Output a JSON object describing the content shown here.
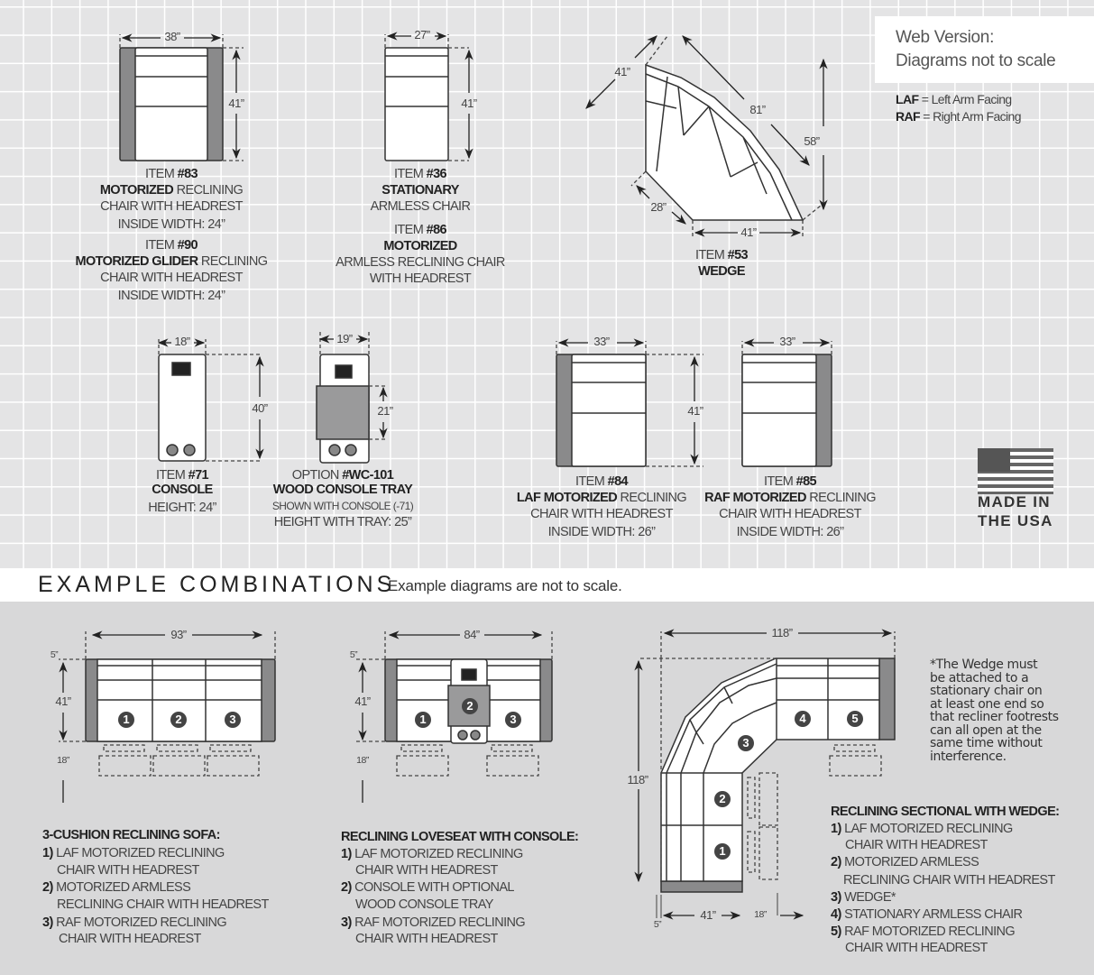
{
  "note_box": {
    "line1": "Web Version:",
    "line2": "Diagrams not to scale",
    "laf_abbr": "LAF",
    "laf_def": " = Left Arm Facing",
    "raf_abbr": "RAF",
    "raf_def": " = Right Arm Facing"
  },
  "made_in": {
    "line1": "MADE IN",
    "line2": "THE USA"
  },
  "items": {
    "i83": {
      "w": "38”",
      "h": "41”",
      "l1a": "ITEM ",
      "l1b": "#83",
      "l2b": "MOTORIZED",
      "l2a": " RECLINING",
      "l3": "CHAIR WITH HEADREST",
      "l4": "INSIDE WIDTH: 24”"
    },
    "i90": {
      "l1a": "ITEM ",
      "l1b": "#90",
      "l2b": "MOTORIZED GLIDER",
      "l2a": " RECLINING",
      "l3": "CHAIR WITH HEADREST",
      "l4": "INSIDE WIDTH: 24”"
    },
    "i36": {
      "w": "27”",
      "h": "41”",
      "l1a": "ITEM ",
      "l1b": "#36",
      "l2b": "STATIONARY",
      "l3": "ARMLESS CHAIR"
    },
    "i86": {
      "l1a": "ITEM ",
      "l1b": "#86",
      "l2b": "MOTORIZED",
      "l3": "ARMLESS RECLINING CHAIR",
      "l4": "WITH HEADREST"
    },
    "i53": {
      "d1": "41”",
      "d2": "81”",
      "d3": "58”",
      "d4": "28”",
      "d5": "41”",
      "l1a": "ITEM ",
      "l1b": "#53",
      "l2b": "WEDGE"
    },
    "i71": {
      "w": "18”",
      "h": "40”",
      "l1a": "ITEM ",
      "l1b": "#71",
      "l2b": "CONSOLE",
      "l3": "HEIGHT: 24”"
    },
    "wc101": {
      "w": "19”",
      "h": "21”",
      "l1a": "OPTION ",
      "l1b": "#WC-101",
      "l2b": "WOOD CONSOLE TRAY",
      "l3": "SHOWN WITH CONSOLE (-71)",
      "l4": "HEIGHT WITH TRAY: 25”"
    },
    "i84": {
      "w": "33”",
      "h": "41”",
      "l1a": "ITEM ",
      "l1b": "#84",
      "l2b": "LAF MOTORIZED",
      "l2a": " RECLINING",
      "l3": "CHAIR WITH HEADREST",
      "l4": "INSIDE WIDTH: 26”"
    },
    "i85": {
      "w": "33”",
      "l1a": "ITEM ",
      "l1b": "#85",
      "l2b": "RAF MOTORIZED",
      "l2a": " RECLINING",
      "l3": "CHAIR WITH HEADREST",
      "l4": "INSIDE WIDTH: 26”"
    }
  },
  "examples": {
    "title": "EXAMPLE COMBINATIONS",
    "subtitle": "Example diagrams are not to scale.",
    "sofa": {
      "w": "93”",
      "h": "41”",
      "arm": "5”",
      "foot": "18”",
      "title": "3-CUSHION RECLINING SOFA:",
      "lines": [
        [
          "1)",
          " LAF MOTORIZED RECLINING"
        ],
        [
          "",
          "CHAIR WITH HEADREST"
        ],
        [
          "2)",
          " MOTORIZED ARMLESS"
        ],
        [
          "",
          "RECLINING CHAIR WITH HEADREST"
        ],
        [
          "3)",
          " RAF MOTORIZED RECLINING"
        ],
        [
          "",
          "CHAIR WITH HEADREST"
        ]
      ],
      "seats": [
        "1",
        "2",
        "3"
      ]
    },
    "loveseat": {
      "w": "84”",
      "h": "41”",
      "arm": "5”",
      "foot": "18”",
      "title": "RECLINING LOVESEAT WITH CONSOLE:",
      "lines": [
        [
          "1)",
          " LAF MOTORIZED RECLINING"
        ],
        [
          "",
          "CHAIR WITH HEADREST"
        ],
        [
          "2)",
          " CONSOLE WITH OPTIONAL"
        ],
        [
          "",
          "WOOD CONSOLE TRAY"
        ],
        [
          "3)",
          " RAF MOTORIZED RECLINING"
        ],
        [
          "",
          "CHAIR WITH HEADREST"
        ]
      ],
      "seats": [
        "1",
        "2",
        "3"
      ]
    },
    "sectional": {
      "w": "118”",
      "h": "118”",
      "d41": "41”",
      "arm": "5”",
      "foot": "18”",
      "title": "RECLINING SECTIONAL WITH WEDGE:",
      "note": [
        "*The Wedge must",
        "be attached to a",
        "stationary chair on",
        "at least one end so",
        "that recliner footrests",
        "can all open at the",
        "same time without",
        "interference."
      ],
      "lines": [
        [
          "1)",
          " LAF MOTORIZED RECLINING"
        ],
        [
          "",
          "CHAIR WITH HEADREST"
        ],
        [
          "2)",
          " MOTORIZED ARMLESS"
        ],
        [
          "",
          "RECLINING CHAIR WITH HEADREST"
        ],
        [
          "3)",
          " WEDGE*"
        ],
        [
          "4)",
          " STATIONARY ARMLESS CHAIR"
        ],
        [
          "5)",
          " RAF MOTORIZED RECLINING"
        ],
        [
          "",
          "CHAIR WITH HEADREST"
        ]
      ],
      "seats": [
        "1",
        "2",
        "3",
        "4",
        "5"
      ]
    }
  },
  "colors": {
    "arm": "#8a8a8b",
    "tray": "#9a9a9b",
    "line": "#333333",
    "grid_bg": "#e4e4e5",
    "band_bg": "#d8d8d9"
  }
}
